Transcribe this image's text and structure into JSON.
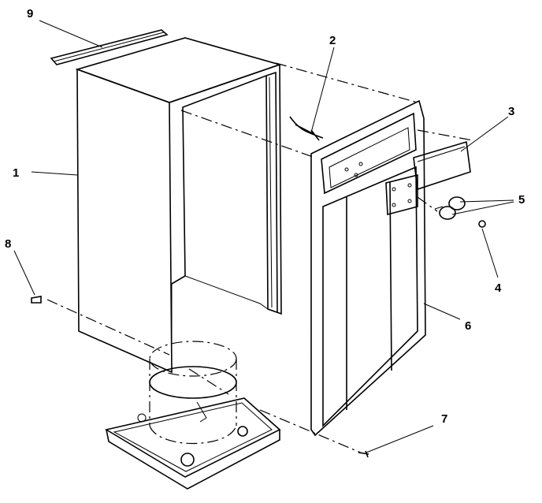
{
  "callouts": [
    {
      "id": "1",
      "label": "1"
    },
    {
      "id": "2",
      "label": "2"
    },
    {
      "id": "3",
      "label": "3"
    },
    {
      "id": "4",
      "label": "4"
    },
    {
      "id": "5",
      "label": "5"
    },
    {
      "id": "6",
      "label": "6"
    },
    {
      "id": "7",
      "label": "7"
    },
    {
      "id": "8",
      "label": "8"
    },
    {
      "id": "9",
      "label": "9"
    }
  ],
  "colors": {
    "line": "#000000",
    "background": "#ffffff",
    "grille": "#444444"
  }
}
